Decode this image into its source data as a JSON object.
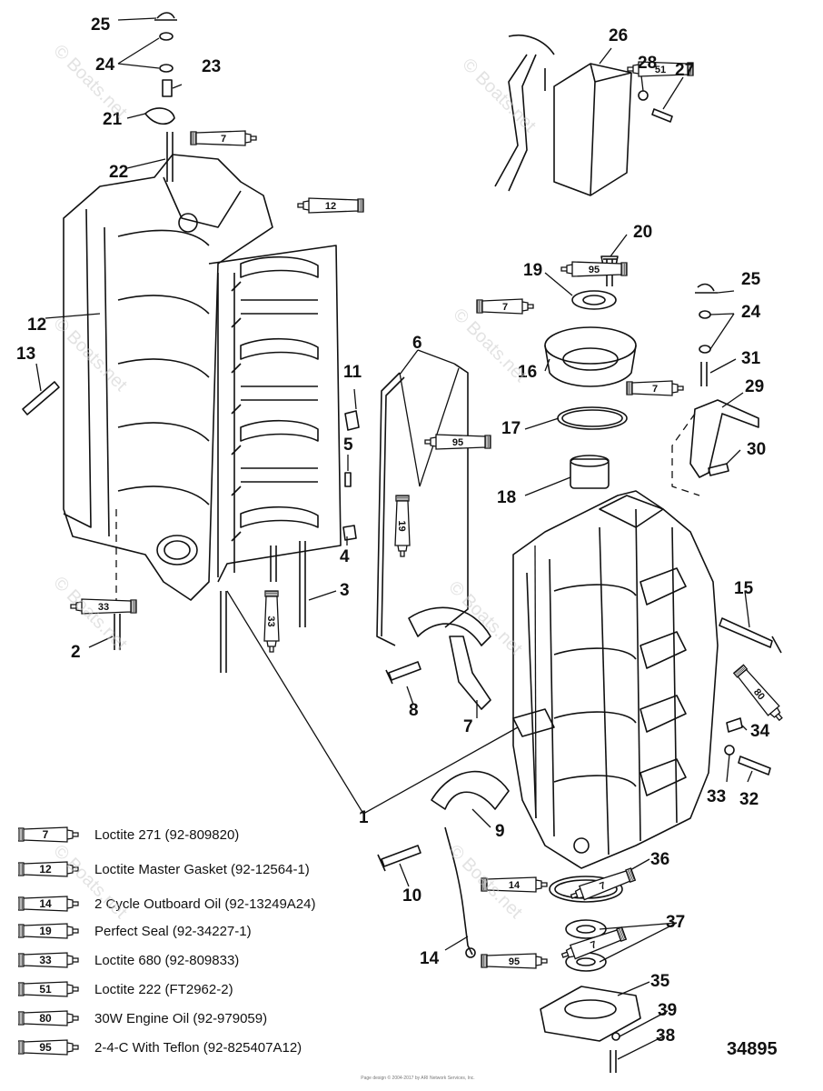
{
  "callouts": {
    "c1": "1",
    "c2": "2",
    "c3": "3",
    "c4": "4",
    "c5": "5",
    "c6": "6",
    "c7a": "7",
    "c8": "8",
    "c9": "9",
    "c10": "10",
    "c11": "11",
    "c12": "12",
    "c13": "13",
    "c14": "14",
    "c15": "15",
    "c16": "16",
    "c17": "17",
    "c18": "18",
    "c19": "19",
    "c20": "20",
    "c21": "21",
    "c22": "22",
    "c23": "23",
    "c24a": "24",
    "c24b": "24",
    "c25a": "25",
    "c25b": "25",
    "c26": "26",
    "c27": "27",
    "c28": "28",
    "c29": "29",
    "c30": "30",
    "c31": "31",
    "c32": "32",
    "c33": "33",
    "c34": "34",
    "c35": "35",
    "c36": "36",
    "c37": "37",
    "c38": "38",
    "c39": "39"
  },
  "tubes": {
    "t7a": "7",
    "t12": "12",
    "t51": "51",
    "t7b": "7",
    "t95a": "95",
    "t7c": "7",
    "t95b": "95",
    "t19": "19",
    "t33a": "33",
    "t33b": "33",
    "t80": "80",
    "t14": "14",
    "t7d": "7",
    "t95c": "95",
    "t7e": "7"
  },
  "legend": [
    {
      "number": "7",
      "label": "Loctite 271 (92-809820)"
    },
    {
      "number": "12",
      "label": "Loctite Master Gasket (92-12564-1)"
    },
    {
      "number": "14",
      "label": "2 Cycle Outboard Oil (92-13249A24)"
    },
    {
      "number": "19",
      "label": "Perfect Seal (92-34227-1)"
    },
    {
      "number": "33",
      "label": "Loctite 680 (92-809833)"
    },
    {
      "number": "51",
      "label": "Loctite 222 (FT2962-2)"
    },
    {
      "number": "80",
      "label": "30W Engine Oil (92-979059)"
    },
    {
      "number": "95",
      "label": "2-4-C With Teflon (92-825407A12)"
    }
  ],
  "figure_number": "34895",
  "watermark": "© Boats.net",
  "footer": "Page design © 2004-2017 by ARI Network Services, Inc."
}
